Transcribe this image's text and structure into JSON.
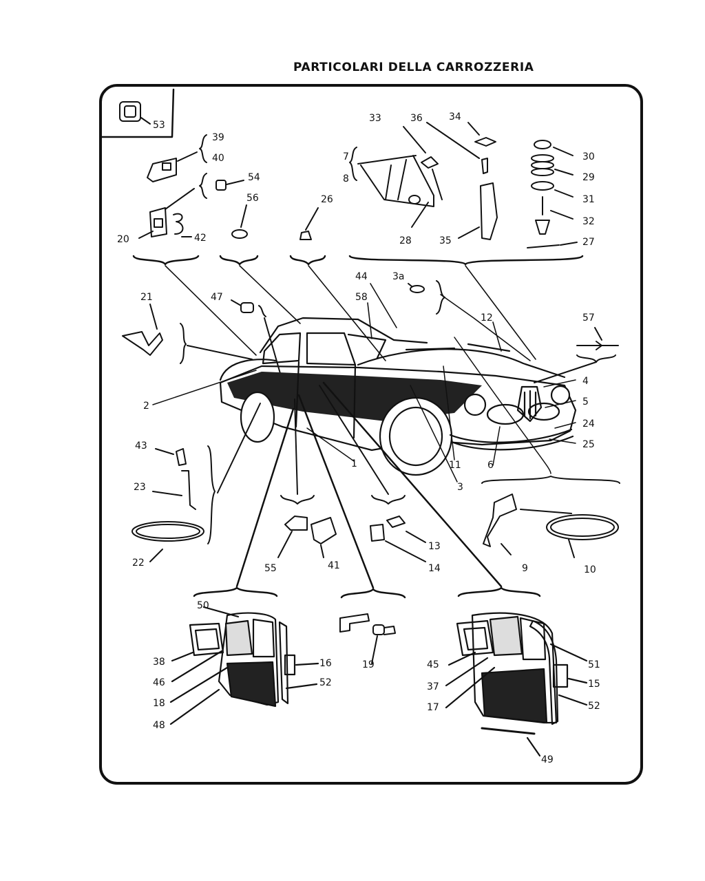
{
  "title": "PARTICOLARI DELLA CARROZZERIA",
  "labels": {
    "n53": "53",
    "n39": "39",
    "n40": "40",
    "n54": "54",
    "n56": "56",
    "n20": "20",
    "n42": "42",
    "n26": "26",
    "n33": "33",
    "n36": "36",
    "n34": "34",
    "n7": "7",
    "n8": "8",
    "n28": "28",
    "n35": "35",
    "n30": "30",
    "n29": "29",
    "n31": "31",
    "n32": "32",
    "n27": "27",
    "n44": "44",
    "n3a": "3a",
    "n58": "58",
    "n21": "21",
    "n47": "47",
    "n12": "12",
    "n57": "57",
    "n2": "2",
    "n4": "4",
    "n5": "5",
    "n24": "24",
    "n25": "25",
    "n43": "43",
    "n1": "1",
    "n11": "11",
    "n6": "6",
    "n3": "3",
    "n23": "23",
    "n22": "22",
    "n55": "55",
    "n41": "41",
    "n13": "13",
    "n14": "14",
    "n9": "9",
    "n10": "10",
    "n50": "50",
    "n38": "38",
    "n46": "46",
    "n18": "18",
    "n48": "48",
    "n16": "16",
    "n52a": "52",
    "n19": "19",
    "n45": "45",
    "n37": "37",
    "n17": "17",
    "n51": "51",
    "n15": "15",
    "n52b": "52",
    "n49": "49"
  }
}
